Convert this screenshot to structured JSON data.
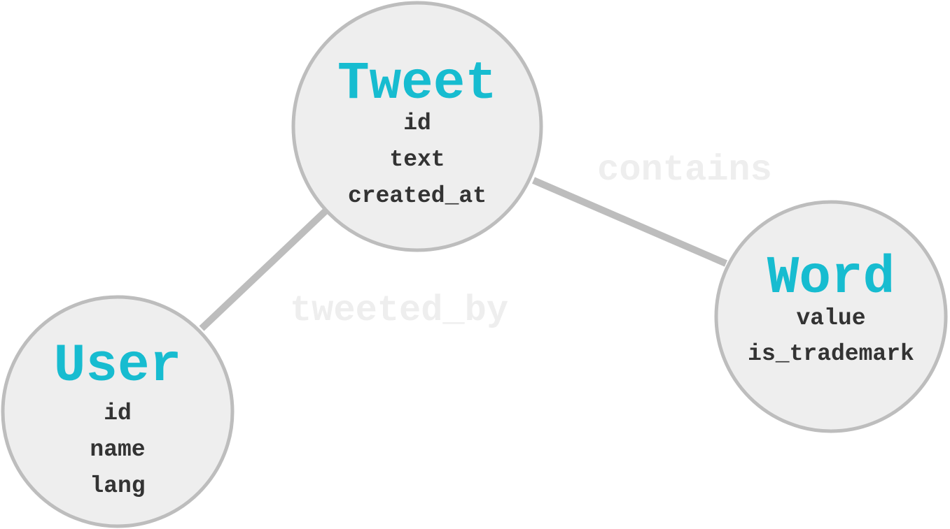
{
  "colors": {
    "node_title": "#17bcd0",
    "edge_label": "#eeeeee"
  },
  "nodes": [
    {
      "title": "Tweet",
      "properties": [
        "id",
        "text",
        "created_at"
      ]
    },
    {
      "title": "User",
      "properties": [
        "id",
        "name",
        "lang"
      ]
    },
    {
      "title": "Word",
      "properties": [
        "value",
        "is_trademark"
      ]
    }
  ],
  "edges": [
    {
      "label": "tweeted_by"
    },
    {
      "label": "contains"
    }
  ]
}
